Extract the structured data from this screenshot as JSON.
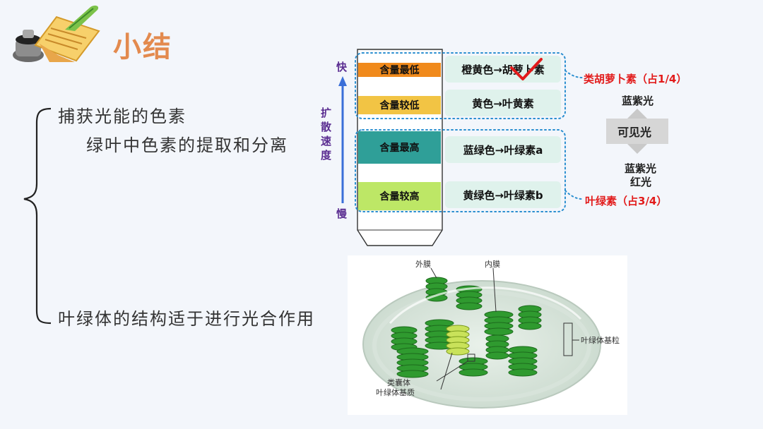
{
  "slide": {
    "title": "小结"
  },
  "summary": {
    "item1": "捕获光能的色素",
    "item1_sub": "绿叶中色素的提取和分离",
    "item2": "叶绿体的结构适于进行光合作用"
  },
  "chromatography": {
    "fast_label": "快",
    "slow_label": "慢",
    "axis_label": [
      "扩",
      "散",
      "速",
      "度"
    ],
    "bands": [
      {
        "content": "含量最低",
        "pigment": "橙黄色→胡萝卜素",
        "color": "#f08a1c"
      },
      {
        "content": "含量较低",
        "pigment": "黄色→叶黄素",
        "color": "#f2c444"
      },
      {
        "content": "含量最高",
        "pigment": "蓝绿色→叶绿素a",
        "color": "#2f9f98"
      },
      {
        "content": "含量较高",
        "pigment": "黄绿色→叶绿素b",
        "color": "#bde766"
      }
    ],
    "group_carotenoid": "类胡萝卜素（占1/4）",
    "group_chlorophyll": "叶绿素（占3/4）"
  },
  "light": {
    "top": "蓝紫光",
    "center": "可见光",
    "bottom1": "蓝紫光",
    "bottom2": "红光"
  },
  "chloroplast": {
    "outer_membrane": "外膜",
    "inner_membrane": "内膜",
    "granum": "叶绿体基粒",
    "thylakoid": "类囊体",
    "stroma": "叶绿体基质"
  }
}
